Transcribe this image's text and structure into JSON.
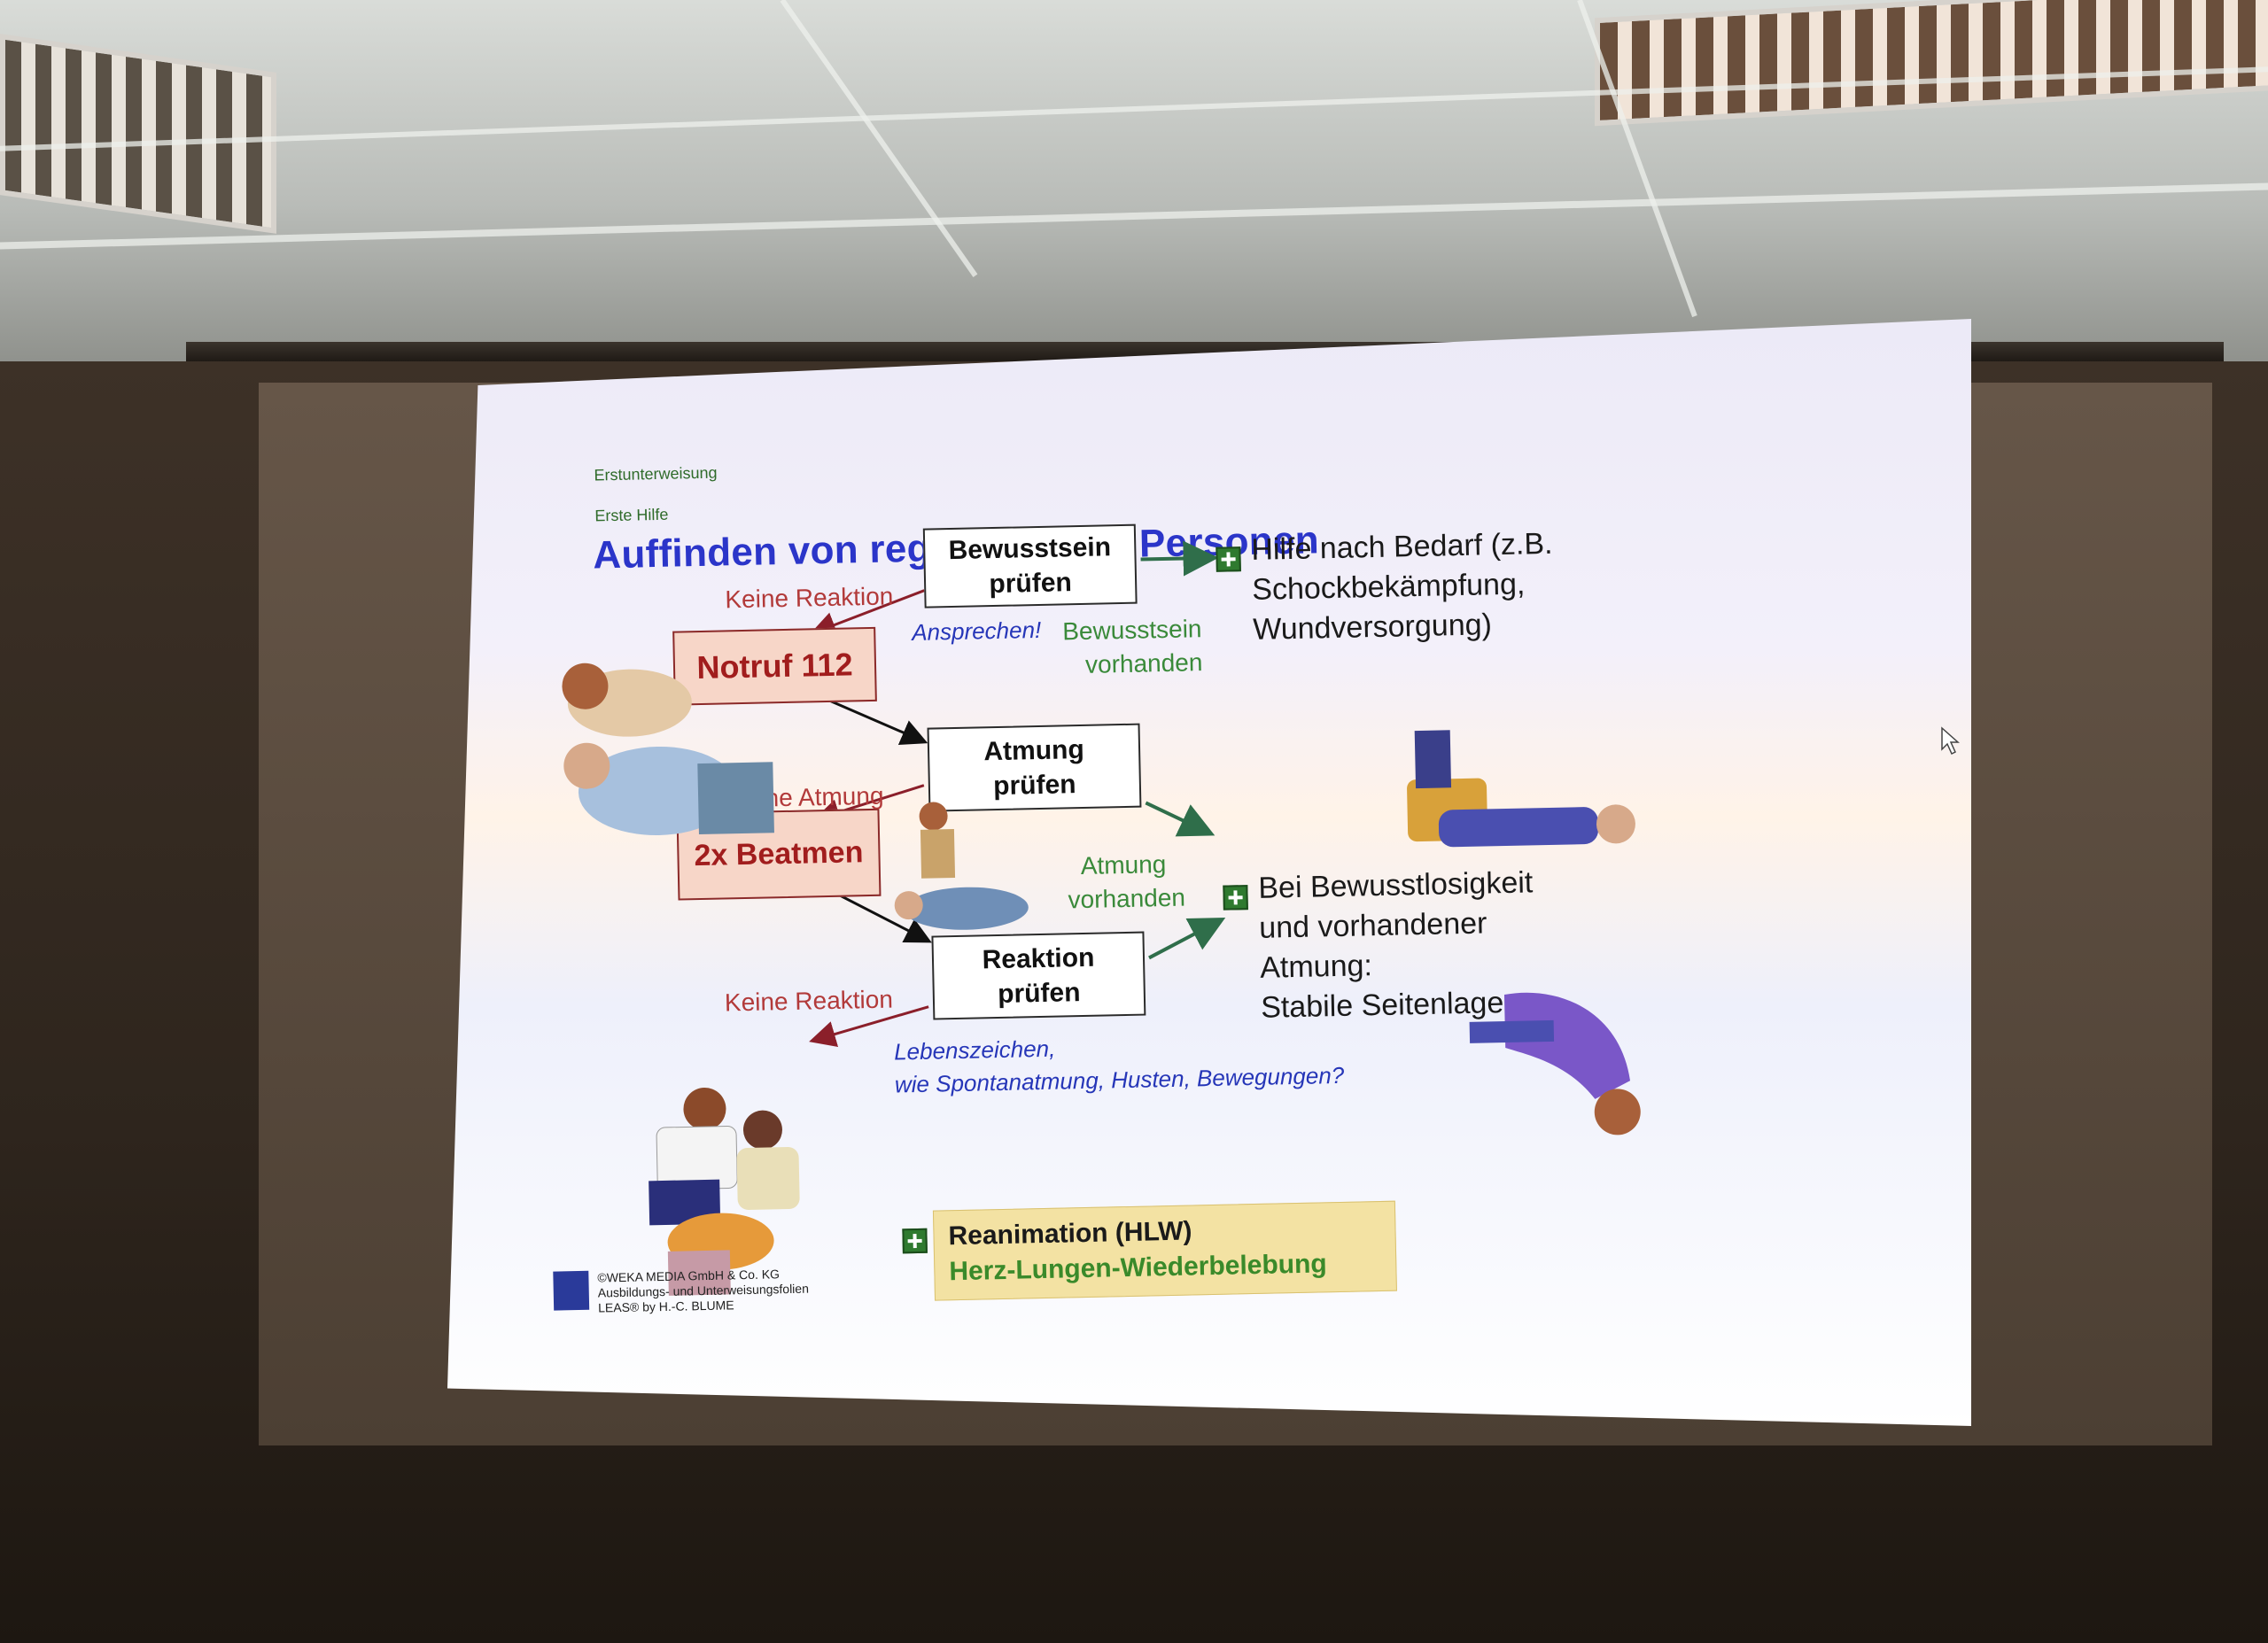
{
  "slide": {
    "header_line1": "Erstunterweisung",
    "header_line2": "Erste Hilfe",
    "title": "Auffinden von regungslosen Personen"
  },
  "flow": {
    "box_bewusstsein": "Bewusstsein prüfen",
    "box_notruf": "Notruf 112",
    "box_atmung": "Atmung prüfen",
    "box_beatmen": "2x Beatmen",
    "box_reaktion": "Reaktion prüfen",
    "label_keine_reaktion_1": "Keine Reaktion",
    "label_keine_atmung": "Keine Atmung",
    "label_keine_reaktion_2": "Keine Reaktion",
    "label_ansprechen": "Ansprechen!",
    "label_bewusstsein_vorhanden_1": "Bewusstsein",
    "label_bewusstsein_vorhanden_2": "vorhanden",
    "label_atmung_vorhanden_1": "Atmung",
    "label_atmung_vorhanden_2": "vorhanden",
    "label_lebenszeichen_1": "Lebenszeichen,",
    "label_lebenszeichen_2": "wie Spontanatmung, Husten, Bewegungen?"
  },
  "outcomes": {
    "hilfe_line1": "Hilfe nach Bedarf (z.B.",
    "hilfe_line2": "Schockbekämpfung,",
    "hilfe_line3": "Wundversorgung)",
    "seitenlage_line1": "Bei Bewusstlosigkeit",
    "seitenlage_line2": "und vorhandener",
    "seitenlage_line3": "Atmung:",
    "seitenlage_line4": "Stabile Seitenlage",
    "reanimation_line1": "Reanimation (HLW)",
    "reanimation_line2": "Herz-Lungen-Wiederbelebung"
  },
  "footer": {
    "line1": "©WEKA MEDIA GmbH & Co. KG",
    "line2": "Ausbildungs- und Unterweisungsfolien",
    "line3": "LEAS® by H.-C. BLUME"
  },
  "colors": {
    "title": "#2b35c9",
    "red_label": "#b23a3a",
    "green_label": "#3a8a3a",
    "blue_label": "#2636b8",
    "cross": "#2f7a2f"
  }
}
